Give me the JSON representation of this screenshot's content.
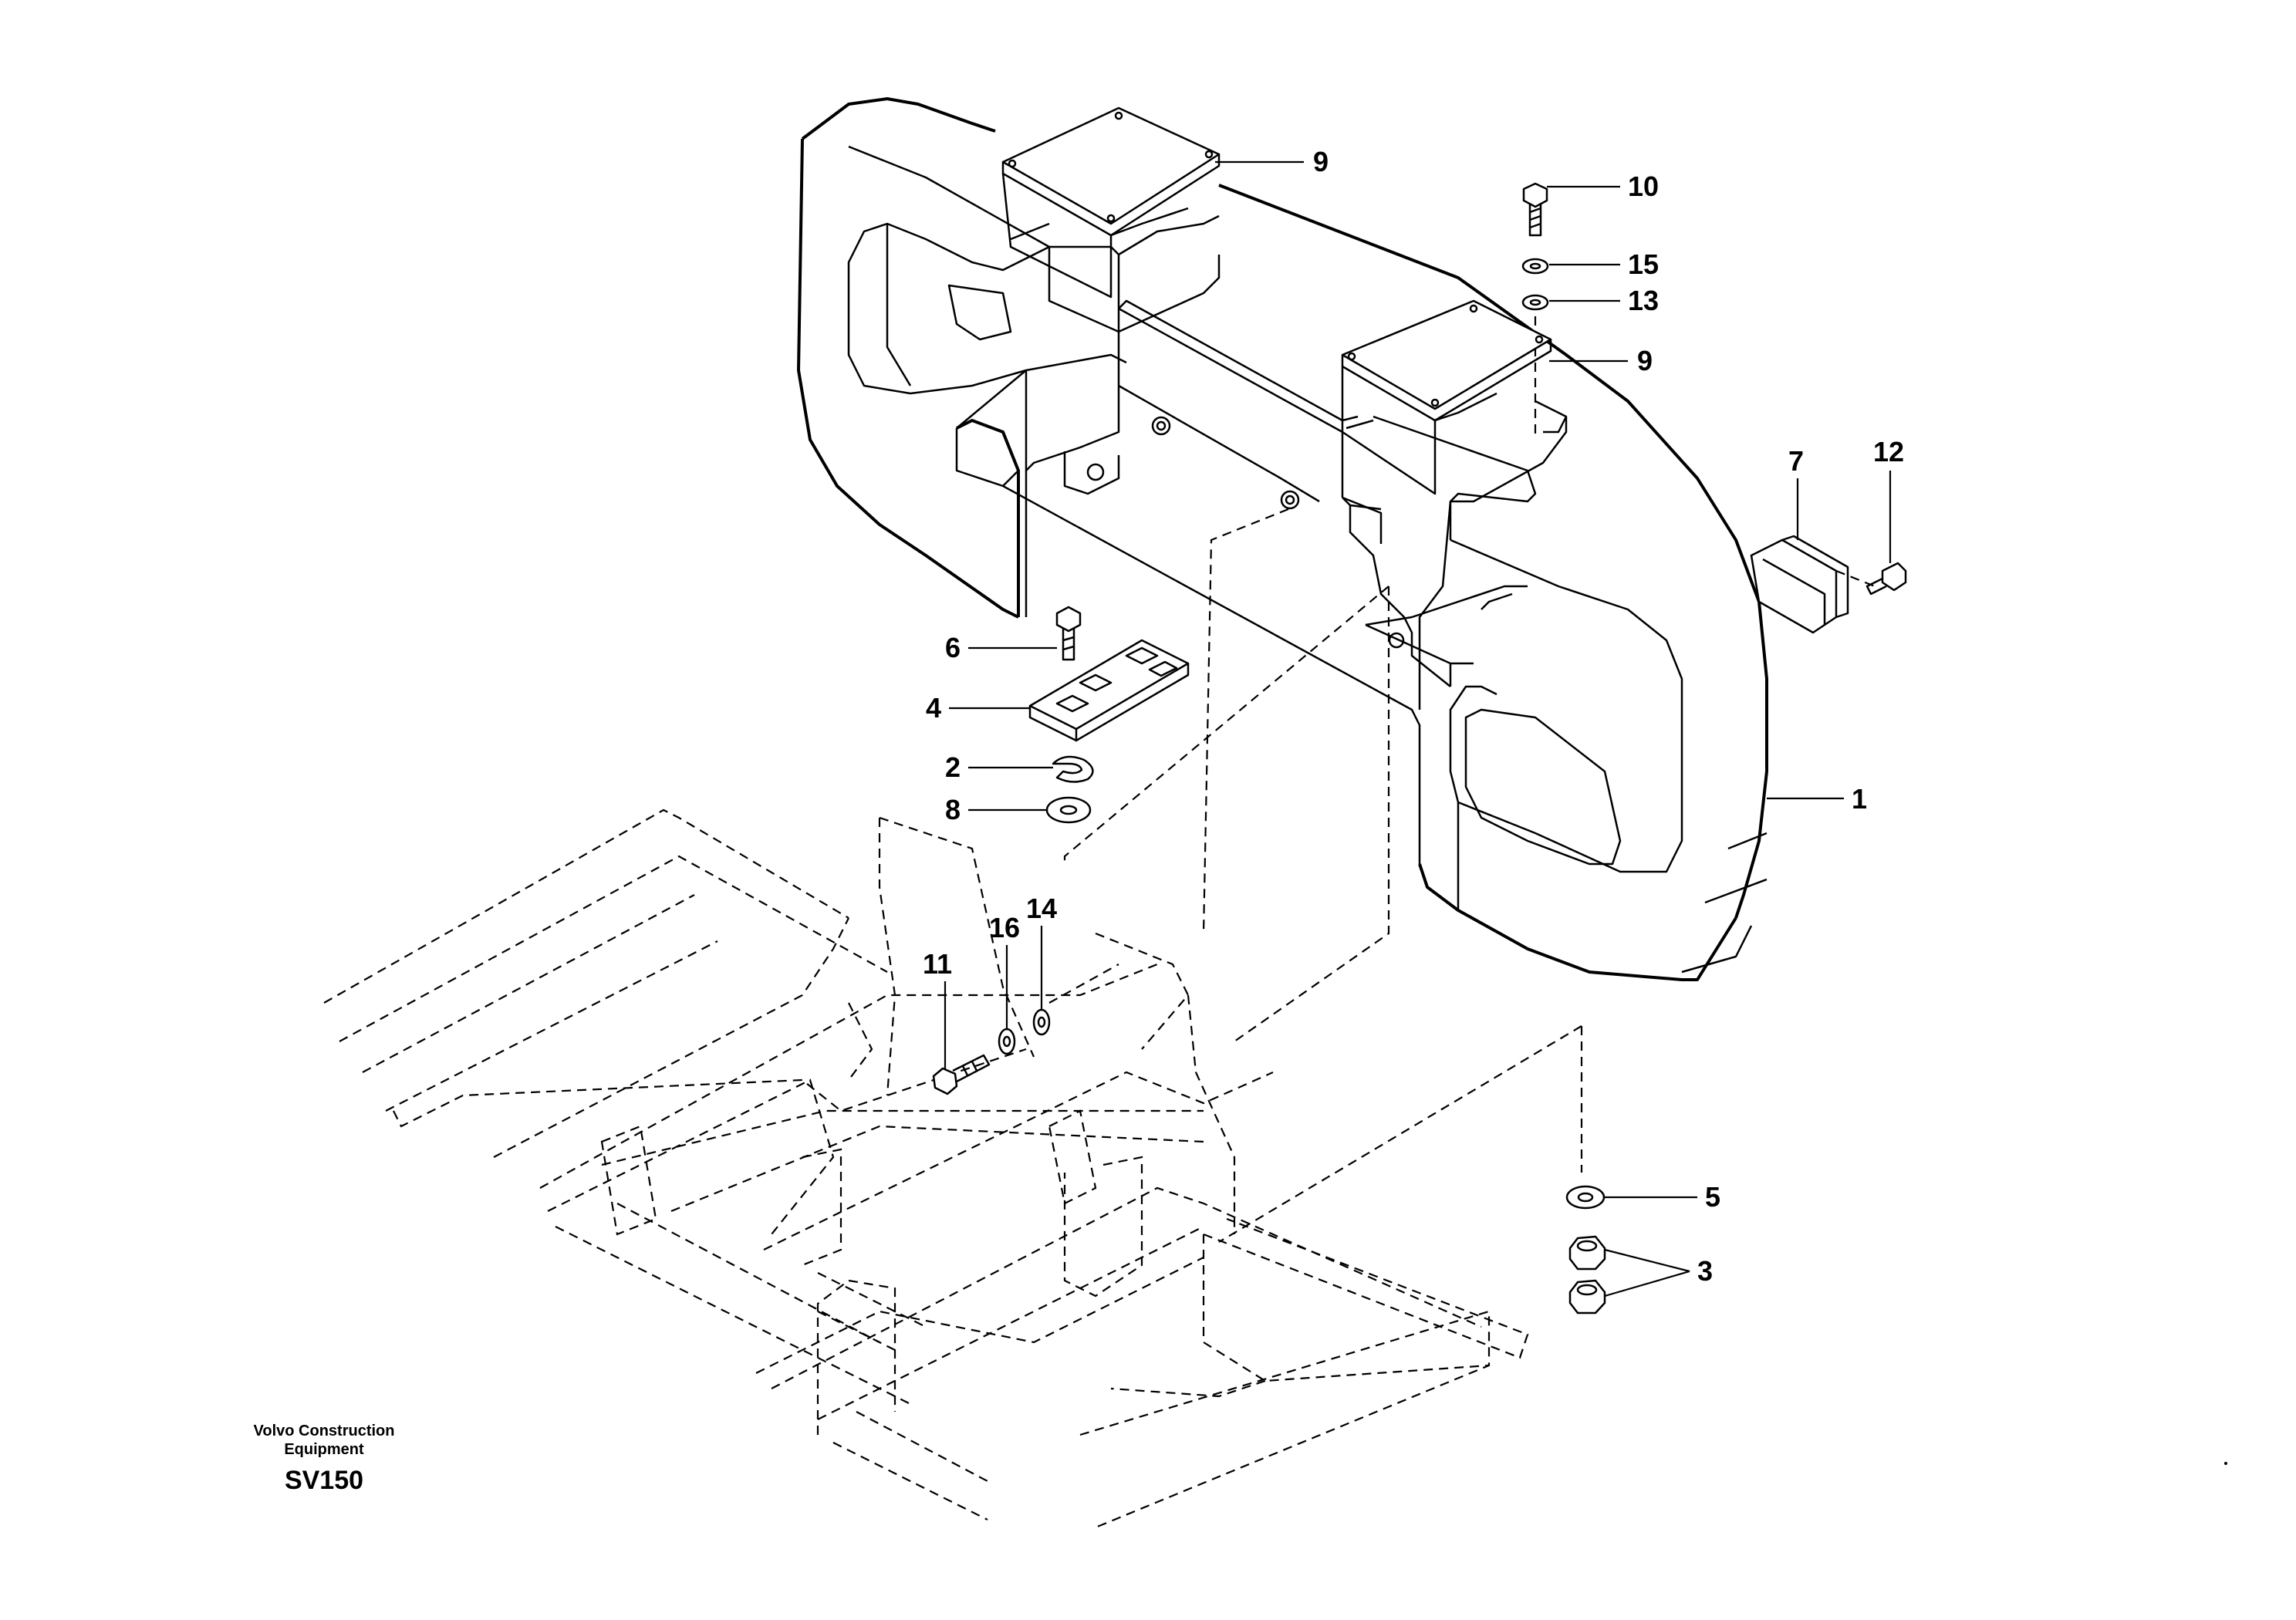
{
  "callouts": {
    "c1": "1",
    "c2": "2",
    "c3": "3",
    "c4": "4",
    "c5": "5",
    "c6": "6",
    "c7": "7",
    "c8": "8",
    "c9a": "9",
    "c9b": "9",
    "c10": "10",
    "c11": "11",
    "c12": "12",
    "c13": "13",
    "c14": "14",
    "c15": "15",
    "c16": "16"
  },
  "caption": {
    "brand_line1": "Volvo Construction",
    "brand_line2": "Equipment",
    "code": "SV150"
  }
}
